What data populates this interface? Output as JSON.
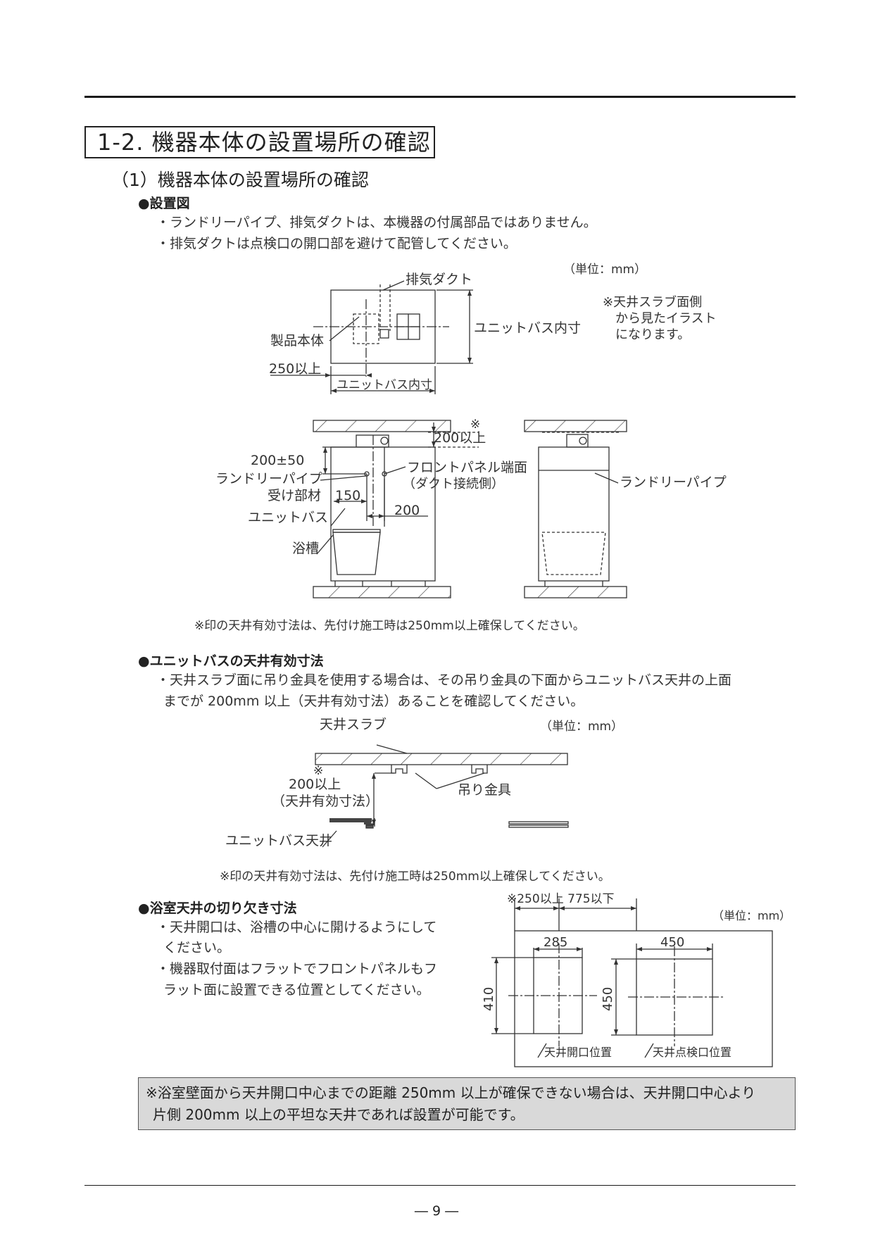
{
  "section_title": "1-2. 機器本体の設置場所の確認",
  "subsection_title": "（1）機器本体の設置場所の確認",
  "install": {
    "heading": "●設置図",
    "notes": [
      "・ランドリーパイプ、排気ダクトは、本機器の付属部品ではありません。",
      "・排気ダクトは点検口の開口部を避けて配管してください。"
    ],
    "unit": "（単位：mm）",
    "top_view": {
      "duct": "排気ダクト",
      "body": "製品本体",
      "inner_v": "ユニットバス内寸",
      "inner_h": "ユニットバス内寸",
      "min250": "250以上",
      "note": [
        "※天井スラブ面側",
        "から見たイラスト",
        "になります。"
      ]
    },
    "side_view": {
      "mark": "※",
      "ceiling200": "200以上",
      "pipe_height": "200±50",
      "pipe_holder": [
        "ランドリーパイプ",
        "受け部材"
      ],
      "front_panel": [
        "フロントパネル端面",
        "（ダクト接続側）"
      ],
      "d150": "150",
      "d200": "200",
      "unit_bath": "ユニットバス",
      "tub": "浴槽",
      "laundry_pipe": "ランドリーパイプ"
    },
    "footnote": "※印の天井有効寸法は、先付け施工時は250mm以上確保してください。"
  },
  "ceiling": {
    "heading": "●ユニットバスの天井有効寸法",
    "text": [
      "・天井スラブ面に吊り金具を使用する場合は、その吊り金具の下面からユニットバス天井の上面",
      "までが 200mm 以上（天井有効寸法）あることを確認してください。"
    ],
    "unit": "（単位：mm）",
    "slab": "天井スラブ",
    "mark": "※",
    "min200": "200以上",
    "effective": "（天井有効寸法）",
    "hanger": "吊り金具",
    "bath_ceiling": "ユニットバス天井",
    "footnote": "※印の天井有効寸法は、先付け施工時は250mm以上確保してください。"
  },
  "cutout": {
    "heading": "●浴室天井の切り欠き寸法",
    "notes": [
      "・天井開口は、浴槽の中心に開けるようにして",
      "ください。",
      "・機器取付面はフラットでフロントパネルもフ",
      "ラット面に設置できる位置としてください。"
    ],
    "top_dims": "※250以上 775以下",
    "unit": "（単位：mm）",
    "w285": "285",
    "h410": "410",
    "w450": "450",
    "h450": "450",
    "opening": "天井開口位置",
    "inspection": "天井点検口位置"
  },
  "warning": [
    "※浴室壁面から天井開口中心までの距離 250mm 以上が確保できない場合は、天井開口中心より",
    "片側 200mm 以上の平坦な天井であれば設置が可能です。"
  ],
  "page_number": "― 9 ―"
}
